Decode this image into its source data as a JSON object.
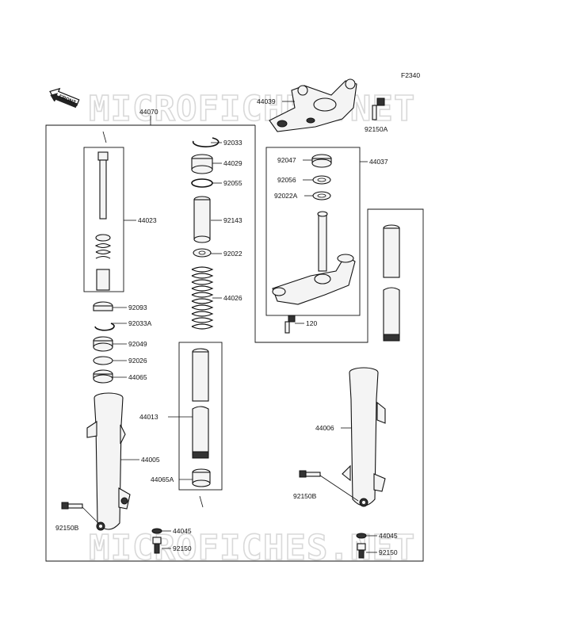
{
  "diagram": {
    "figure_code": "F2340",
    "front_label": "FRONT",
    "watermark": "MICROFICHES.NET"
  },
  "parts": {
    "p44070": "44070",
    "p44039": "44039",
    "p92150A": "92150A",
    "p92033": "92033",
    "p44029": "44029",
    "p92055": "92055",
    "p92143": "92143",
    "p92022": "92022",
    "p44026": "44026",
    "p44023": "44023",
    "p92047": "92047",
    "p44037": "44037",
    "p92056": "92056",
    "p92022A": "92022A",
    "p120": "120",
    "p92093": "92093",
    "p92033A": "92033A",
    "p92049": "92049",
    "p92026": "92026",
    "p44065": "44065",
    "p44013": "44013",
    "p44065A": "44065A",
    "p44005": "44005",
    "p44006": "44006",
    "p92150B_left": "92150B",
    "p92150B_right": "92150B",
    "p44045_left": "44045",
    "p44045_right": "44045",
    "p92150_left": "92150",
    "p92150_right": "92150"
  }
}
